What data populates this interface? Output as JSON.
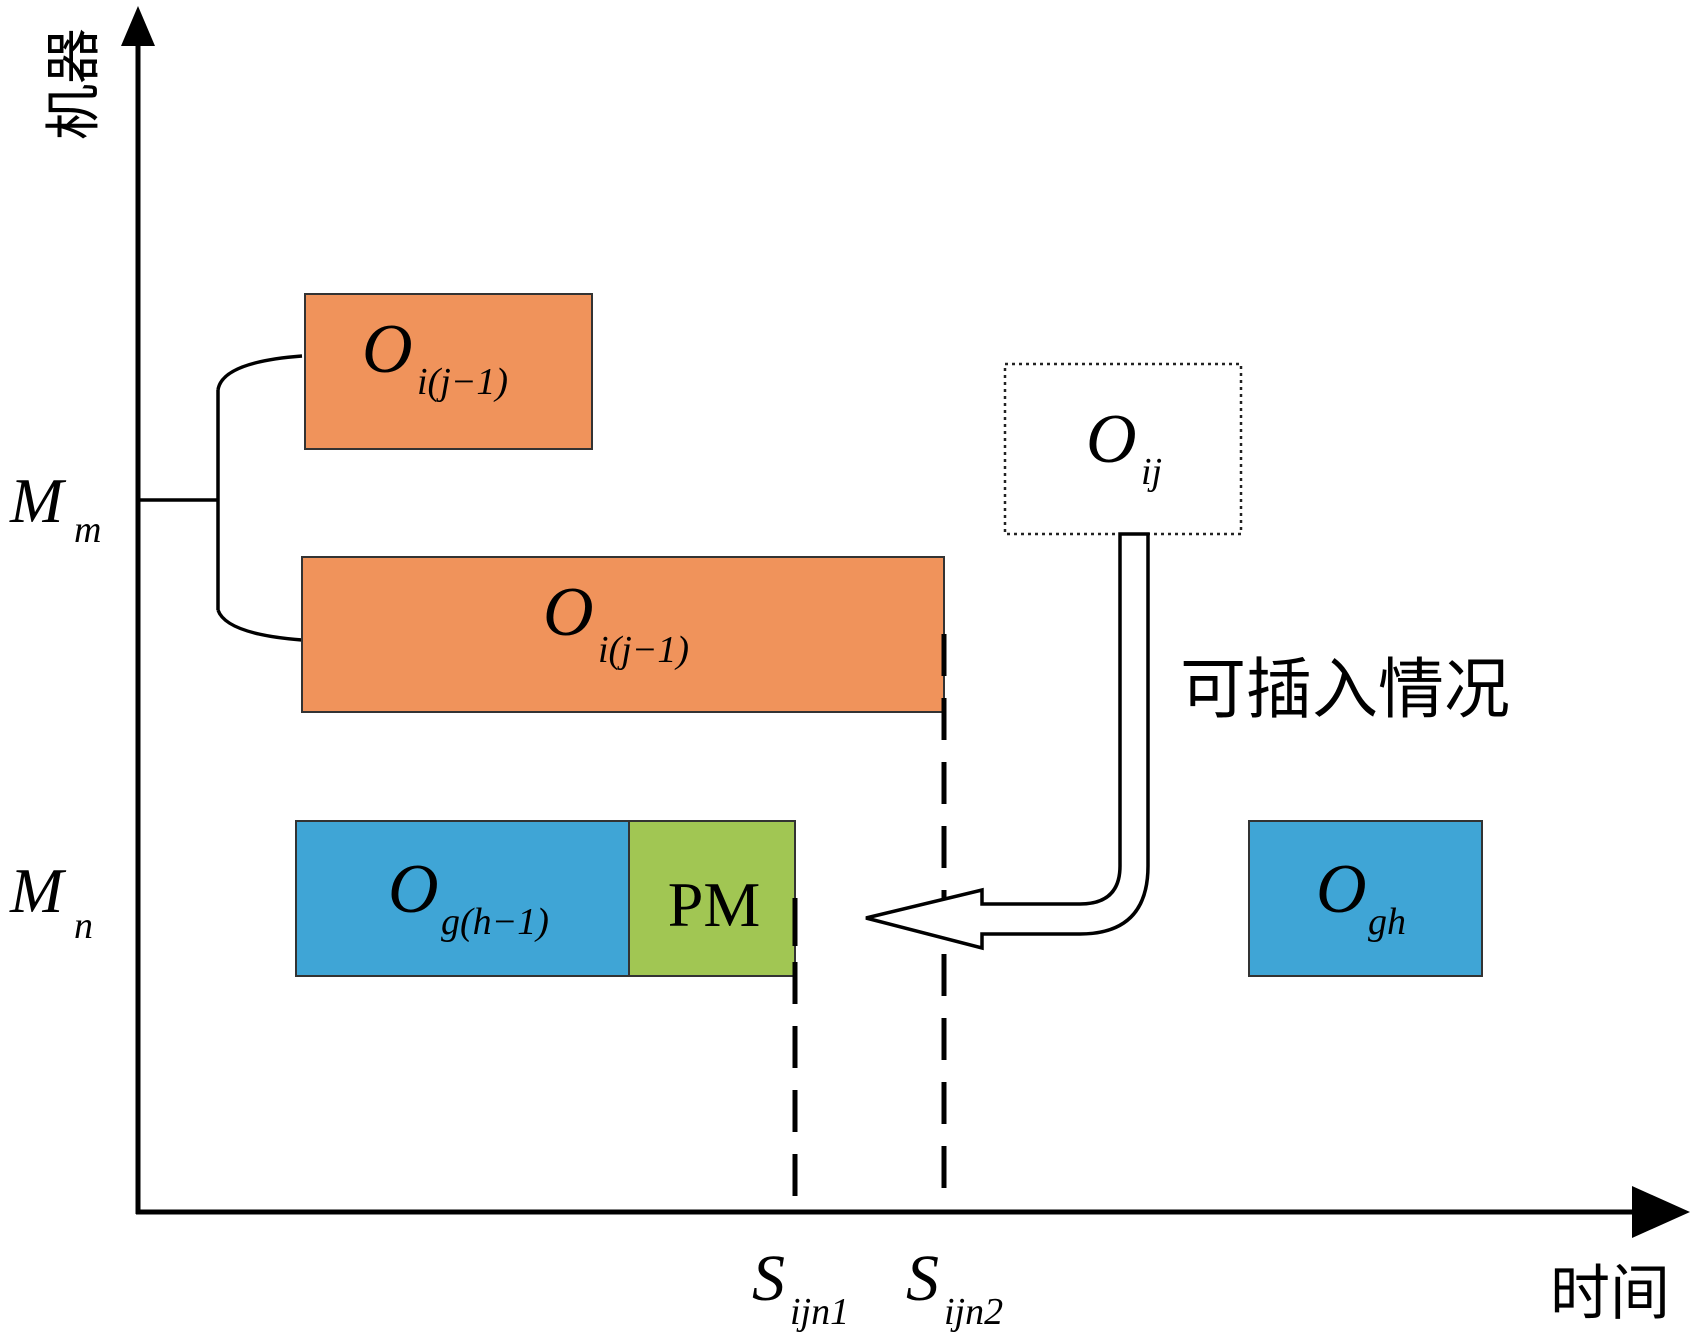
{
  "axes": {
    "y_label": "机器",
    "x_label": "时间"
  },
  "machines": {
    "m": {
      "main": "M",
      "sub": "m"
    },
    "n": {
      "main": "M",
      "sub": "n"
    }
  },
  "operations": {
    "upper_prev": {
      "main": "O",
      "sub": "i(j−1)"
    },
    "lower_prev": {
      "main": "O",
      "sub": "i(j−1)"
    },
    "candidate": {
      "main": "O",
      "sub": "ij"
    },
    "machine_n_prev": {
      "main": "O",
      "sub": "g(h−1)"
    },
    "maintenance": {
      "label": "PM"
    },
    "machine_n_next": {
      "main": "O",
      "sub": "gh"
    }
  },
  "annotation": "可插入情况",
  "time_marks": {
    "s1": {
      "main": "S",
      "sub": "ijn1"
    },
    "s2": {
      "main": "S",
      "sub": "ijn2"
    }
  },
  "colors": {
    "operation_orange": "#F0935B",
    "operation_blue": "#3FA5D6",
    "maintenance_green": "#A1C653",
    "line": "#000000"
  }
}
